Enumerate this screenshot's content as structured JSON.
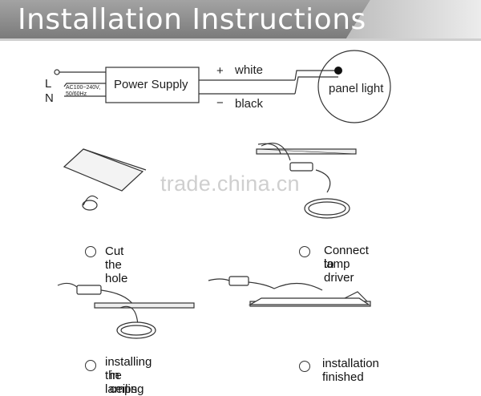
{
  "header": {
    "title": "Installation Instructions"
  },
  "wiring": {
    "line_label": "L",
    "neutral_label": "N",
    "input_spec_line1": "AC100~240V,",
    "input_spec_line2": "50/60Hz",
    "power_supply_label": "Power Supply",
    "plus_sign": "+",
    "minus_sign": "−",
    "white_wire_label": "white",
    "black_wire_label": "black",
    "panel_light_label": "panel light"
  },
  "steps": [
    {
      "line1": "Cut the hole",
      "line2": ""
    },
    {
      "line1": "Connect lamp",
      "line2": "to driver"
    },
    {
      "line1": "installing the lamps",
      "line2": "in ceiling"
    },
    {
      "line1": "installation",
      "line2": "finished"
    }
  ],
  "watermark": "trade.china.cn",
  "colors": {
    "banner": "#8c8c8c",
    "banner_highlight": "#c4c4c4",
    "line": "#333333"
  }
}
